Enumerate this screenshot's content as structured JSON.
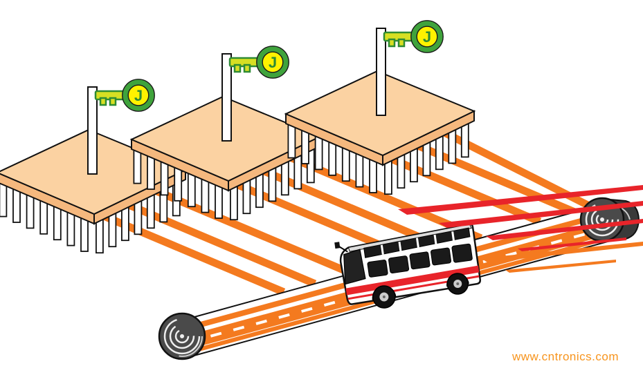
{
  "scene": {
    "description": "Concept illustration: three IC chip packages flying J-key flags are wired by orange signal traces onto an unrolling ribbon road on which a bus speeds along",
    "components": [
      "ic-chip-package",
      "flag-pole",
      "j-key-flag",
      "signal-trace",
      "ribbon-road",
      "road-roll",
      "bus-vehicle",
      "speed-lines"
    ]
  },
  "flags": {
    "label": "J",
    "count": 3
  },
  "watermark": {
    "text": "www.cntronics.com"
  },
  "colors": {
    "background": "#FFFFFF",
    "chip_top": "#FBD2A2",
    "chip_side": "#F5B87E",
    "trace_orange": "#F47A1F",
    "flag_green": "#2E8B34",
    "flag_ring_green": "#3FA33C",
    "flag_yellow": "#FFF200",
    "flag_lime": "#D7DF23",
    "speed_red": "#E8242A",
    "watermark_orange": "#F7941D"
  }
}
